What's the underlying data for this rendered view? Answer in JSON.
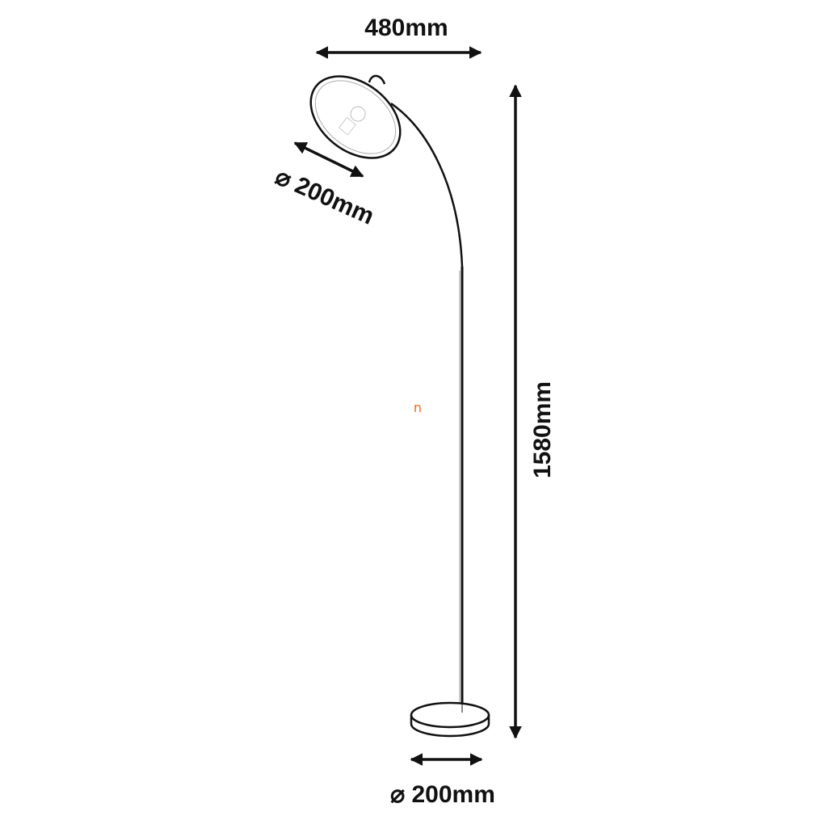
{
  "dimensions": {
    "arm_reach": "480mm",
    "height": "1580mm",
    "shade_diameter": "⌀ 200mm",
    "base_diameter": "⌀ 200mm"
  },
  "watermark": "n",
  "colors": {
    "line": "#111111",
    "watermark": "#f26c1a"
  }
}
